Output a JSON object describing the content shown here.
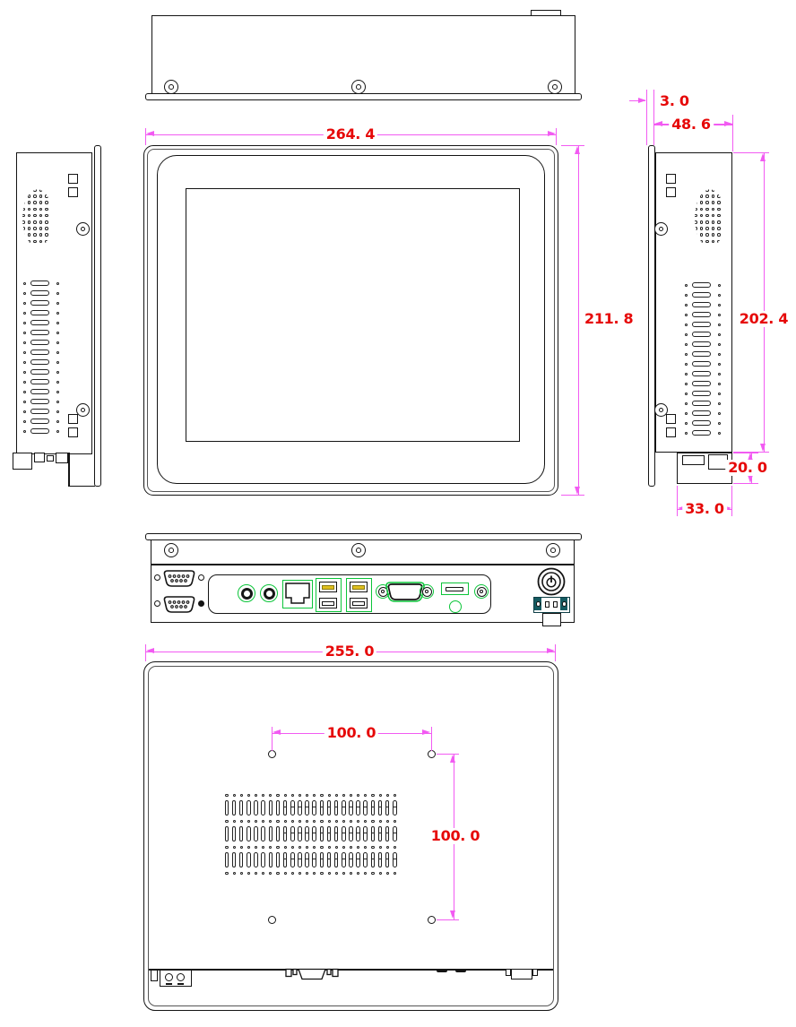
{
  "drawing": {
    "type": "technical-dimension-drawing",
    "subject": "industrial touch panel PC, orthographic views (top, front, left, right, bottom I/O, rear)",
    "units": "mm"
  },
  "dimensions": {
    "front_width": "264. 4",
    "front_height": "211. 8",
    "panel_lip_thickness": "3. 0",
    "body_depth": "48. 6",
    "body_height": "202. 4",
    "bottom_connector_height": "20. 0",
    "bottom_connector_width": "33. 0",
    "rear_width": "255. 0",
    "vesa_horizontal_spacing": "100. 0",
    "vesa_vertical_spacing": "100. 0"
  },
  "colors": {
    "background": "#ffffff",
    "drawing_line": "#141414",
    "dimension_line": "#f25bf2",
    "dimension_text": "#e60808",
    "port_highlight_green": "#0cc53a",
    "usb_contact_gold": "#dfbf1e",
    "terminal_block_teal": "#145a60"
  },
  "io_ports": [
    "db9-serial-port-1",
    "db9-serial-port-2",
    "audio-jack-1",
    "audio-jack-2",
    "rj45-ethernet-port",
    "usb-dual-port-1",
    "usb-dual-port-2",
    "vga-port",
    "hdmi-port",
    "power-button",
    "dc-power-terminal-block"
  ]
}
